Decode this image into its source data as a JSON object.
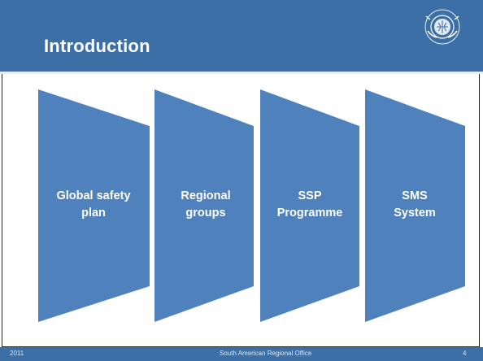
{
  "slide": {
    "title": "Introduction",
    "logo_icon": "icao-emblem-icon"
  },
  "diagram": {
    "fill_color": "#4f81bd",
    "stages": [
      {
        "label_line1": "Global safety",
        "label_line2": "plan"
      },
      {
        "label_line1": "Regional",
        "label_line2": "groups"
      },
      {
        "label_line1": "SSP",
        "label_line2": "Programme"
      },
      {
        "label_line1": "SMS",
        "label_line2": "System"
      }
    ]
  },
  "footer": {
    "year": "2011",
    "office": "South American Regional Office",
    "page": "4"
  },
  "colors": {
    "header": "#3d6fa7",
    "shape": "#4f81bd",
    "text": "#ffffff"
  }
}
